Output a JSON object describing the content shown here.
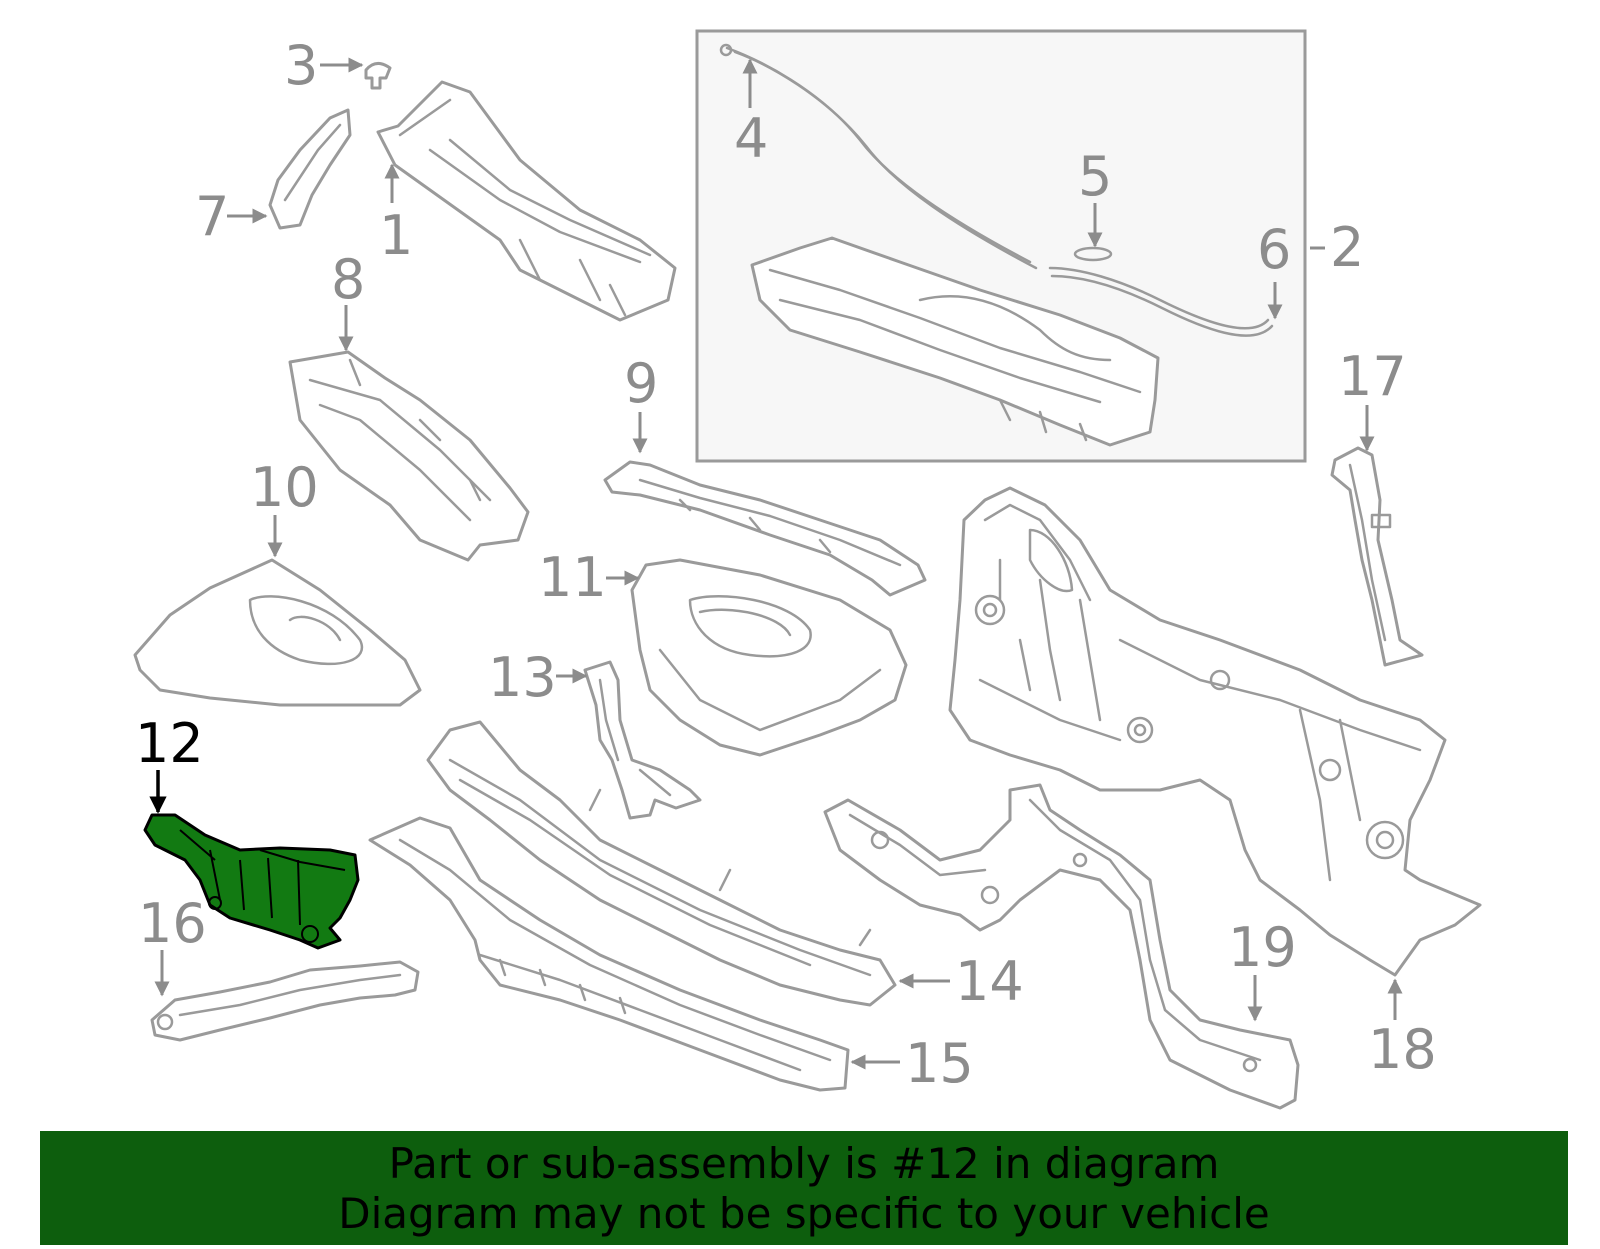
{
  "diagram": {
    "highlight_color": "#127a12",
    "inset_box_color": "#f7f7f7",
    "callouts": {
      "c1": "1",
      "c2": "2",
      "c3": "3",
      "c4": "4",
      "c5": "5",
      "c6": "6",
      "c7": "7",
      "c8": "8",
      "c9": "9",
      "c10": "10",
      "c11": "11",
      "c12": "12",
      "c13": "13",
      "c14": "14",
      "c15": "15",
      "c16": "16",
      "c17": "17",
      "c18": "18",
      "c19": "19"
    }
  },
  "footer": {
    "background": "#0d5e0d",
    "line1": "Part or sub-assembly is #12 in diagram",
    "line2": "Diagram may not be specific to your vehicle"
  }
}
